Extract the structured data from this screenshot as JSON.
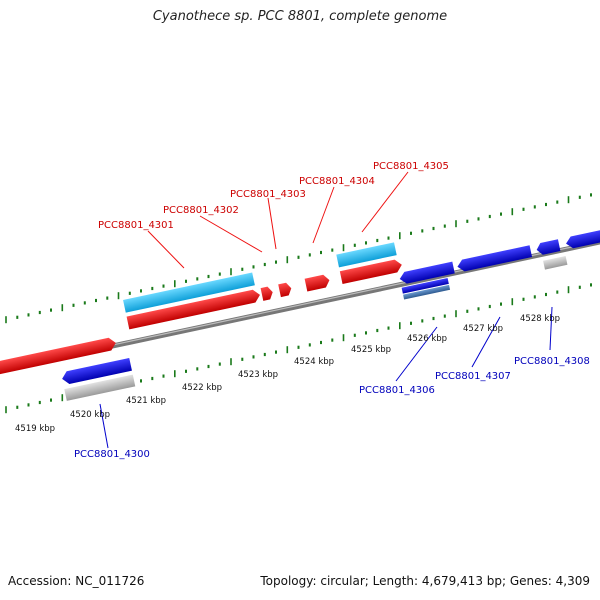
{
  "title": "Cyanothece sp. PCC 8801, complete genome",
  "footer": {
    "accession": "Accession: NC_011726",
    "summary": "Topology: circular; Length: 4,679,413 bp; Genes: 4,309"
  },
  "colors": {
    "forward_gene": "#ee1111",
    "forward_rna": "#22bbee",
    "reverse_gene": "#1515dd",
    "reverse_rna": "#bbbbbb",
    "forward_label": "#cc0000",
    "reverse_label": "#0000bb",
    "tick": "#1a7a1a",
    "backbone": "#888888"
  },
  "tick_labels": [
    "4519 kbp",
    "4520 kbp",
    "4521 kbp",
    "4522 kbp",
    "4523 kbp",
    "4524 kbp",
    "4525 kbp",
    "4526 kbp",
    "4527 kbp",
    "4528 kbp"
  ],
  "forward_genes": [
    "PCC8801_4301",
    "PCC8801_4302",
    "PCC8801_4303",
    "PCC8801_4304",
    "PCC8801_4305"
  ],
  "reverse_genes": [
    "PCC8801_4300",
    "PCC8801_4306",
    "PCC8801_4307",
    "PCC8801_4308"
  ]
}
